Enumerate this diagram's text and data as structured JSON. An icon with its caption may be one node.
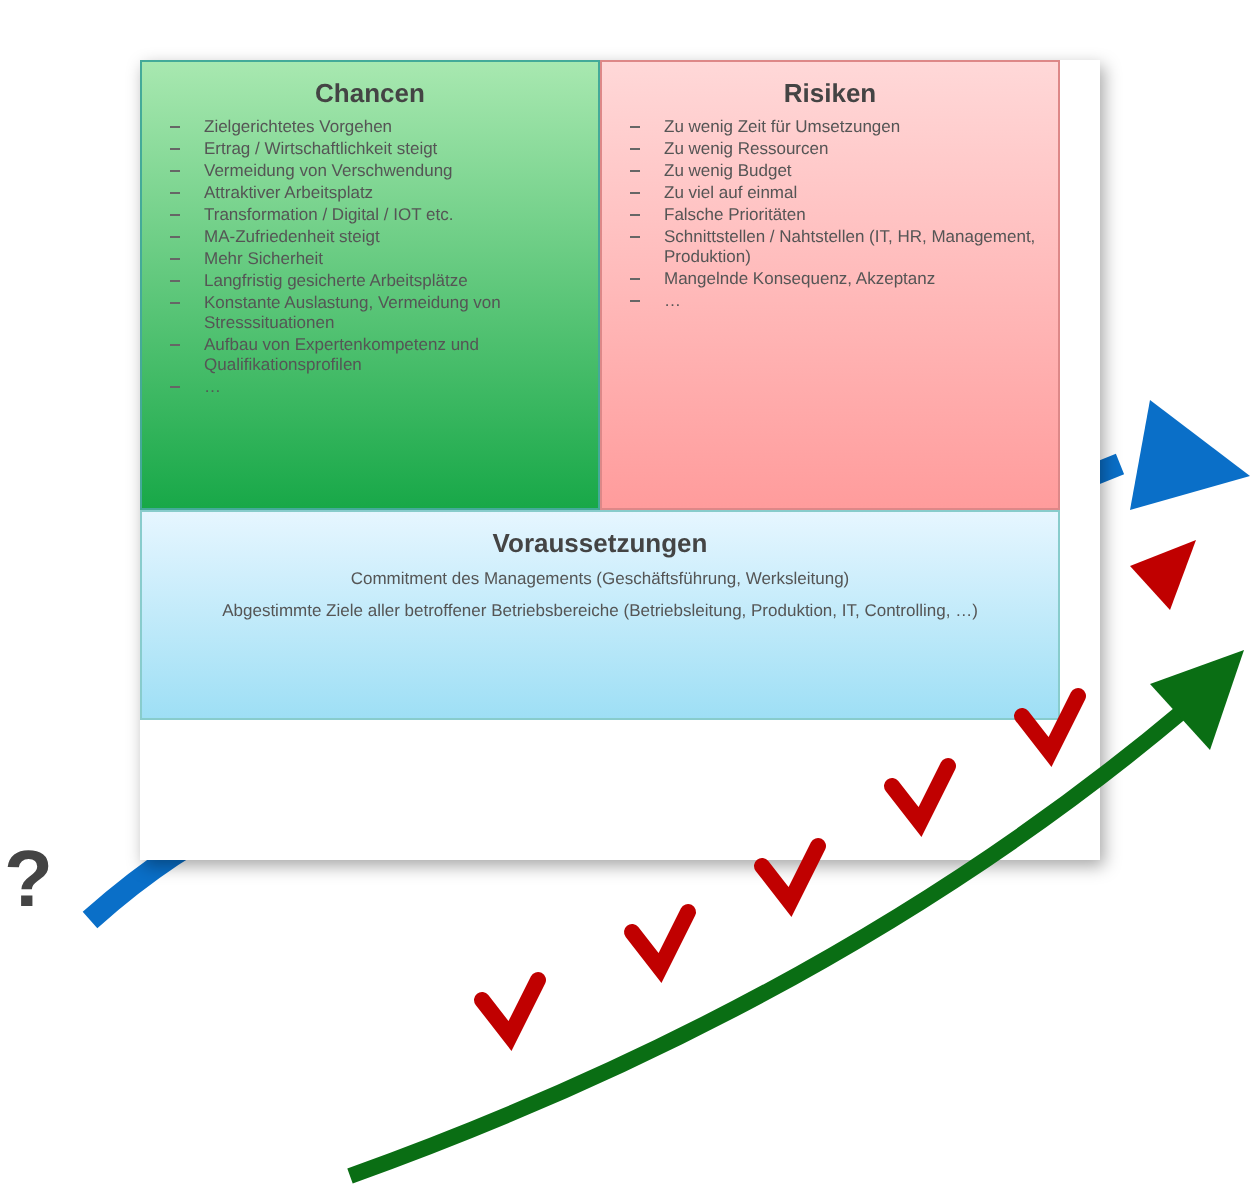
{
  "diagram": {
    "nodes": [
      {
        "text": [
          "Chancen",
          "Zielgerichtetes Vorgehen",
          "Ertrag / Wirtschaftlichkeit steigt",
          "Vermeidung von Verschwendung",
          "Attraktiver Arbeitsplatz",
          "Transformation / Digital / IOT etc.",
          "MA-Zufriedenheit steigt",
          "Mehr Sicherheit",
          "Langfristig gesicherte Arbeitsplätze",
          "Konstante Auslastung, Vermeidung von Stresssituationen",
          "Aufbau von Expertenkompetenz und Qualifikationsprofilen",
          "…"
        ]
      },
      {
        "text": [
          "Risiken",
          "Zu wenig Zeit für Umsetzungen",
          "Zu wenig Ressourcen",
          "Zu wenig Budget",
          "Zu viel auf einmal",
          "Falsche Prioritäten",
          "Schnittstellen / Nahtstellen (IT, HR, Management, Produktion)",
          "Mangelnde Konsequenz, Akzeptanz",
          "…"
        ]
      },
      {
        "text": [
          "Voraussetzungen",
          "Commitment des Managements (Geschäftsführung, Werksleitung)",
          "Abgestimmte Ziele aller betroffener Betriebsbereiche (Betriebsleitung, Produktion, IT, Controlling, …)"
        ]
      }
    ],
    "labels": [
      "?"
    ]
  }
}
